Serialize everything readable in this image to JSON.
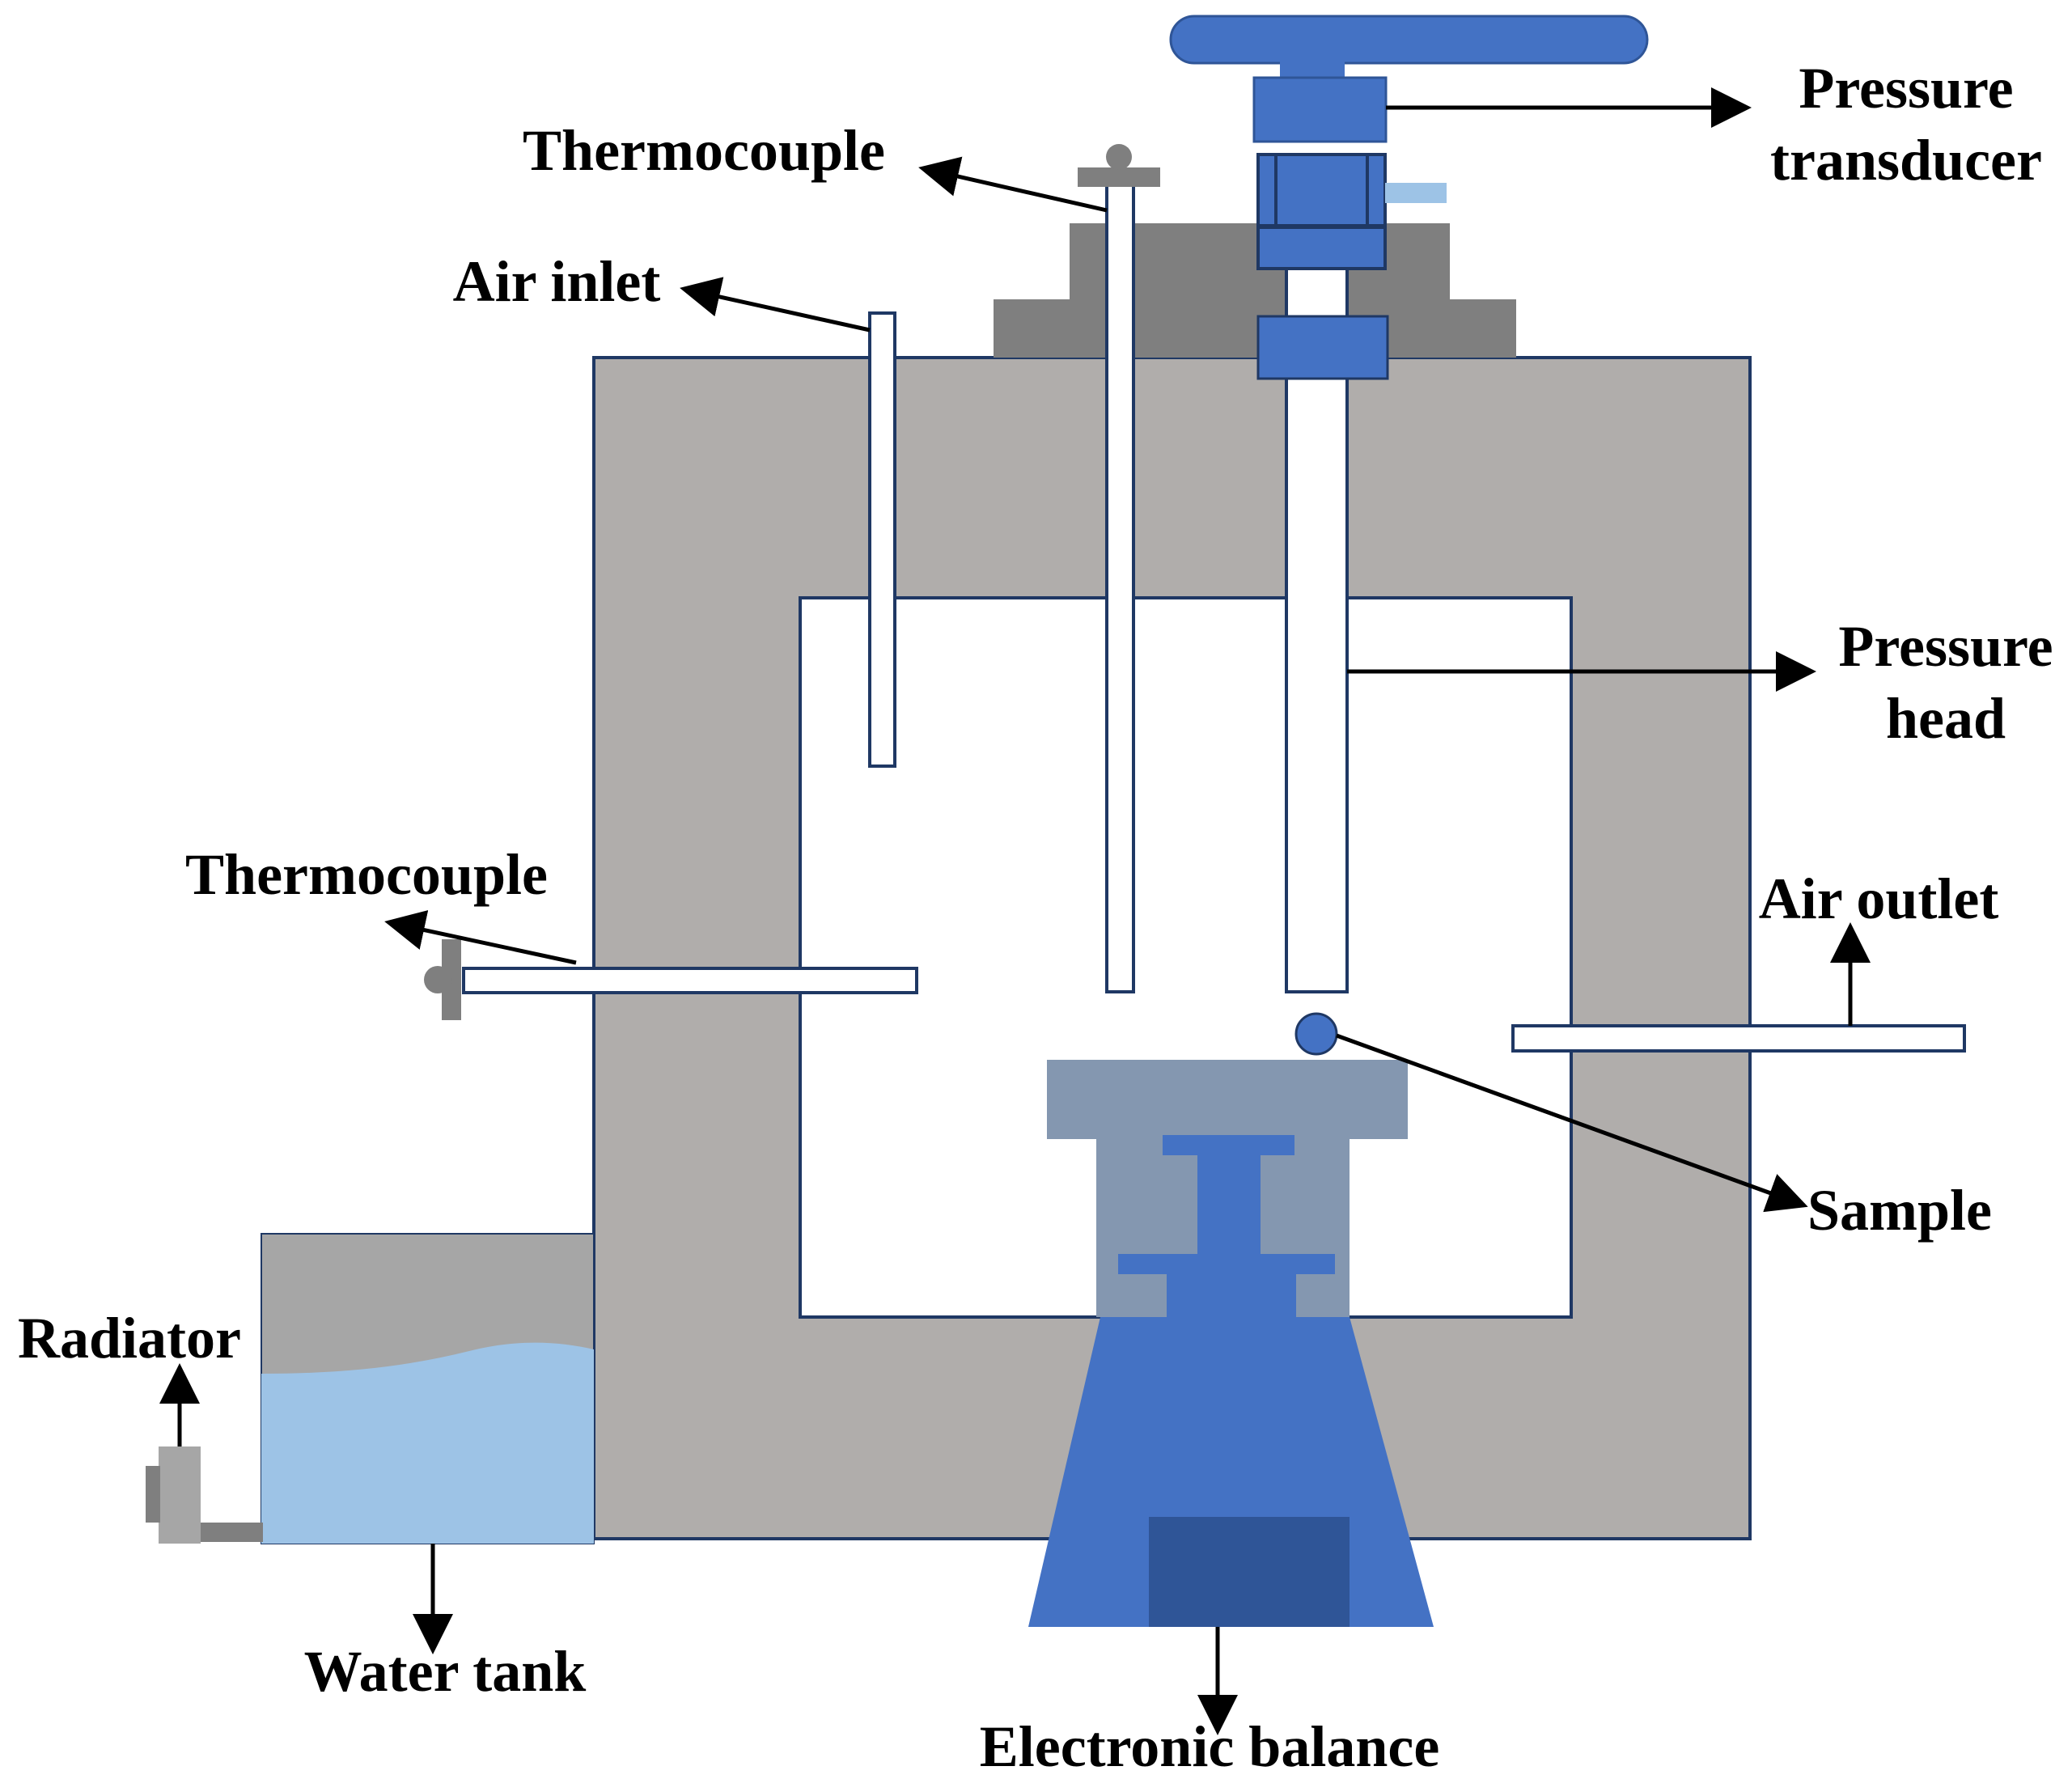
{
  "labels": {
    "pressure_transducer": [
      "Pressure",
      "transducer"
    ],
    "thermocouple_top": "Thermocouple",
    "air_inlet": "Air inlet",
    "pressure_head": [
      "Pressure",
      "head"
    ],
    "thermocouple_side": "Thermocouple",
    "air_outlet": "Air outlet",
    "sample": "Sample",
    "radiator": "Radiator",
    "water_tank": "Water tank",
    "electronic_balance": "Electronic balance"
  },
  "colors": {
    "furnace_body": "#b0adab",
    "furnace_outline": "#1f3864",
    "lid_dark": "#7f7f7f",
    "blue": "#4472c4",
    "dark_blue": "#2f5597",
    "light_blue": "#9dc3e6",
    "slate": "#8497b0",
    "tank_gray": "#a6a6a6",
    "radiator_gray": "#a6a6a6",
    "pipe_gray": "#7f7f7f",
    "arrow": "#000000"
  }
}
